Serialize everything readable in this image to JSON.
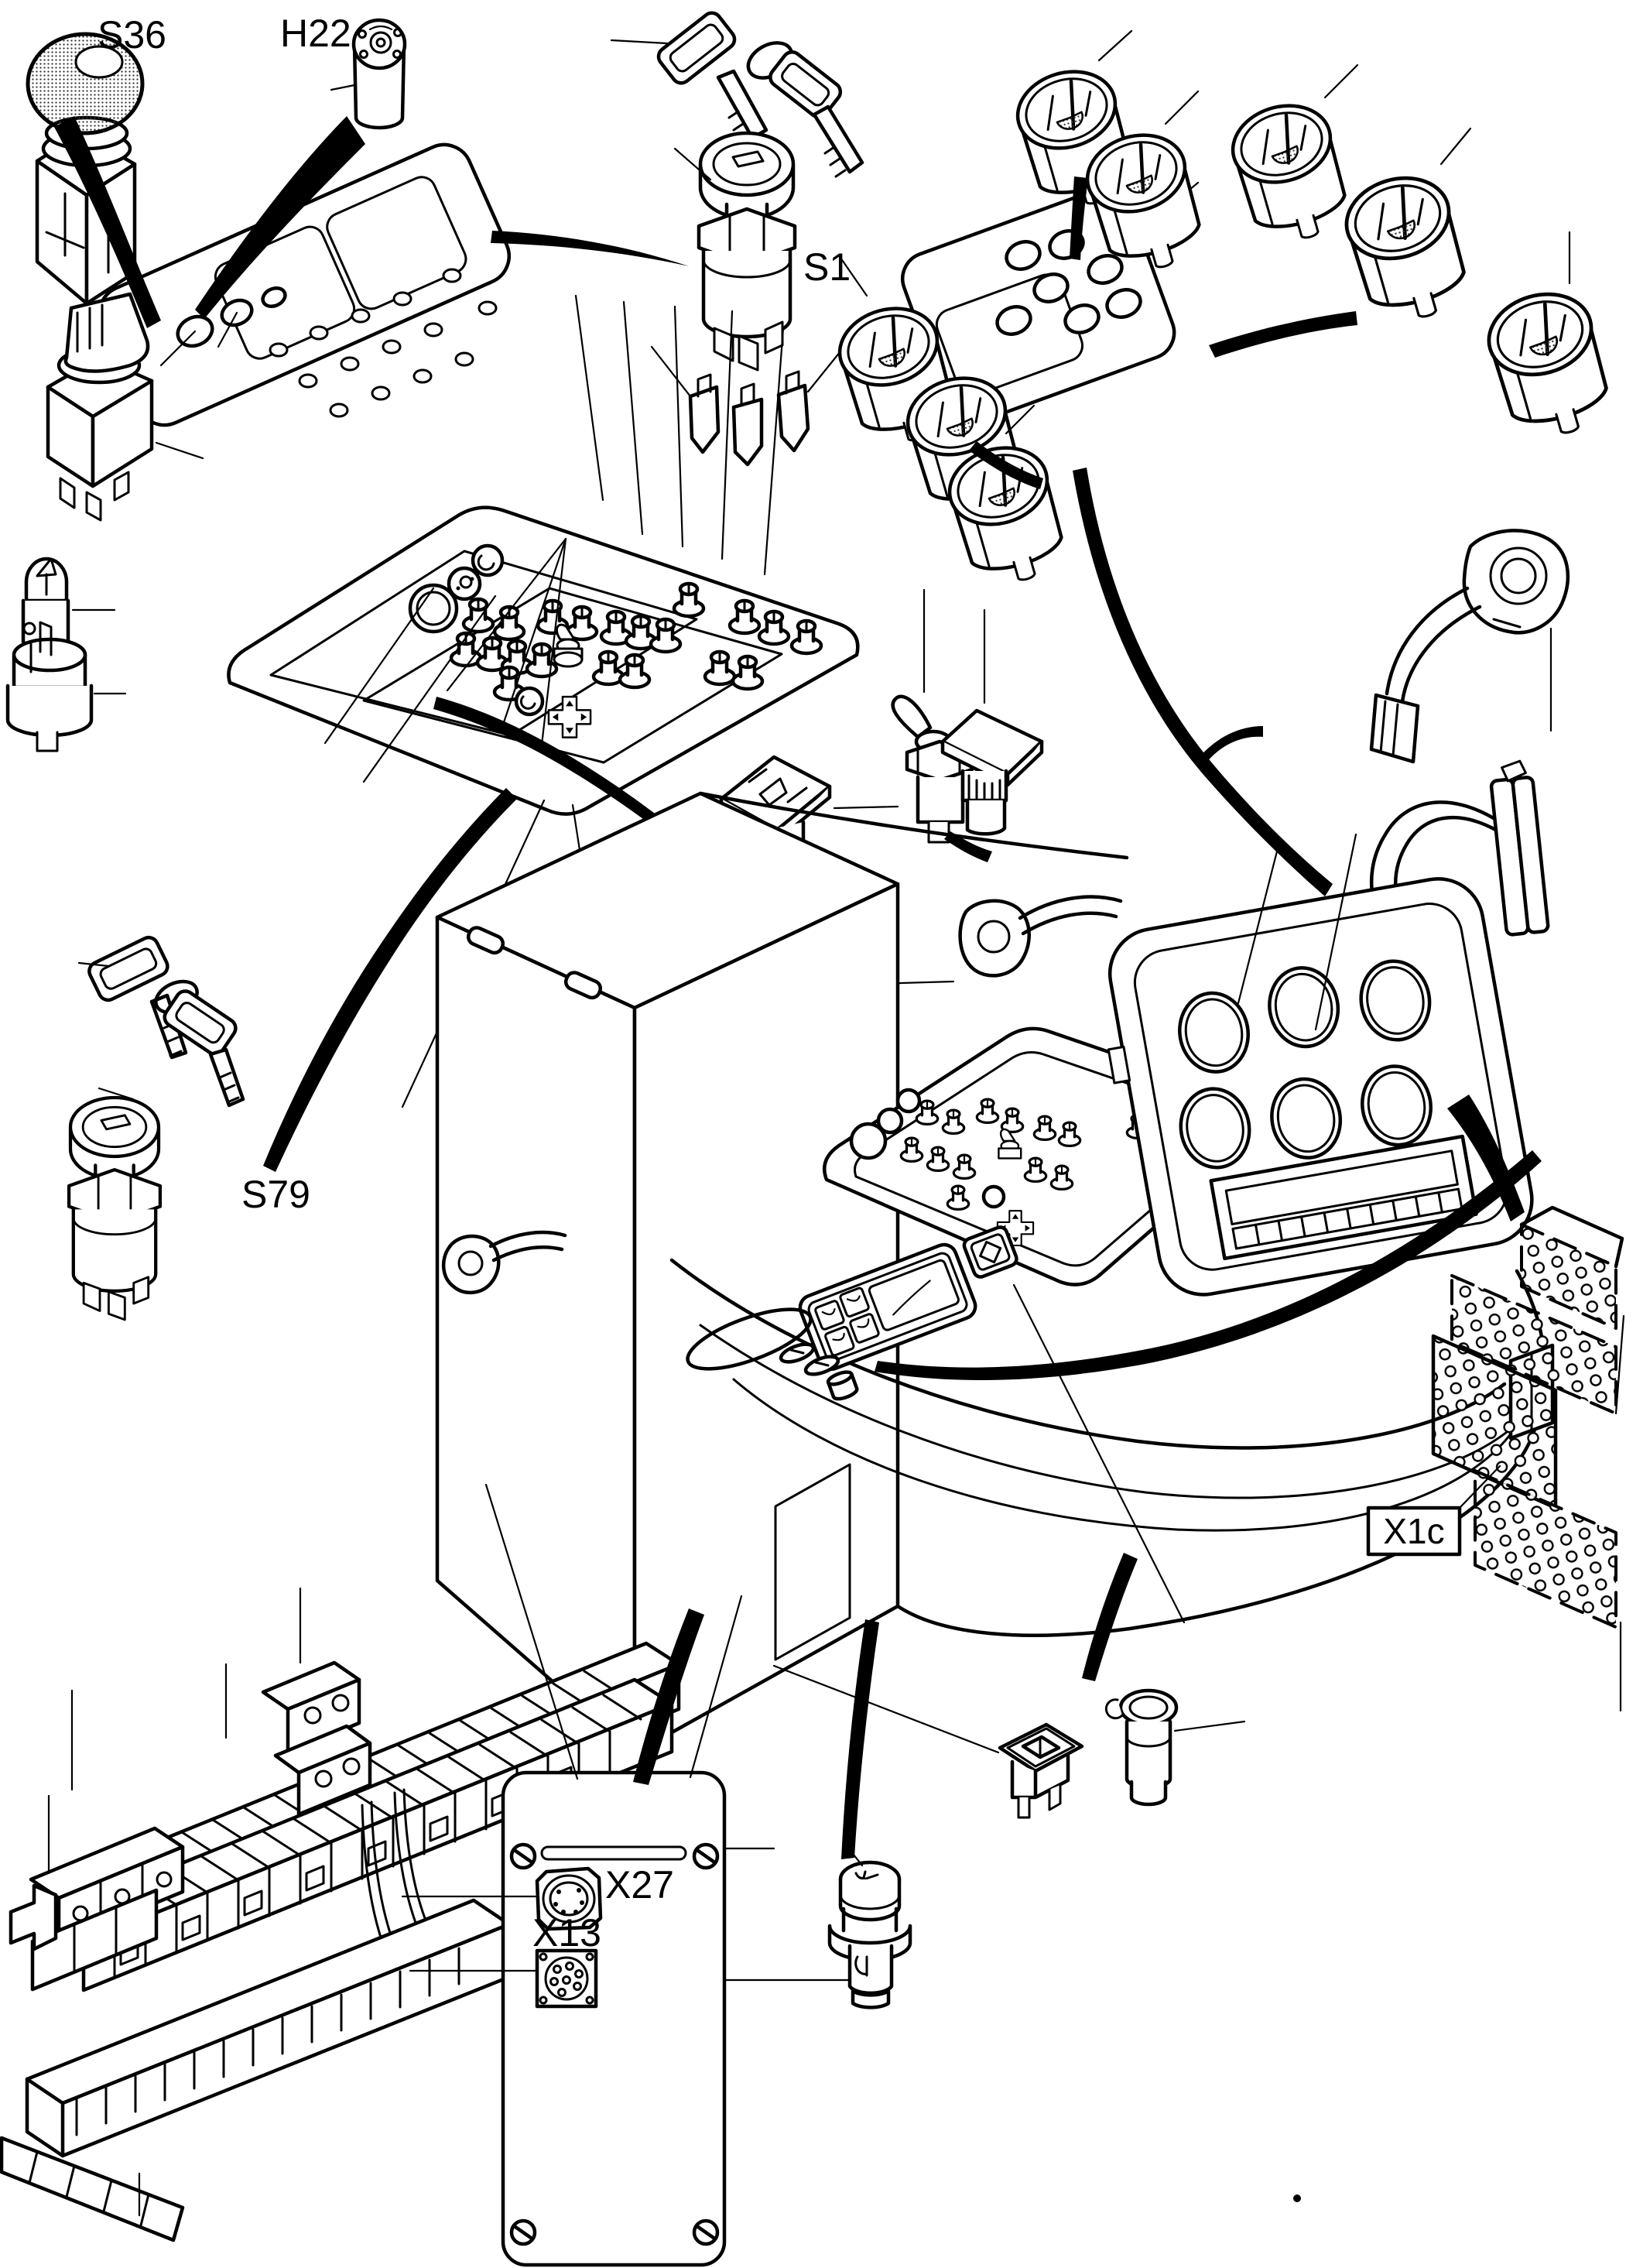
{
  "figure": {
    "type": "exploded-parts-diagram",
    "background_color": "#ffffff",
    "line_color": "#000000"
  },
  "labels": {
    "s36": "S36",
    "h22": "H22",
    "s1": "S1",
    "s79": "S79",
    "x1c": "X1c",
    "x27": "X27",
    "x13": "X13"
  }
}
